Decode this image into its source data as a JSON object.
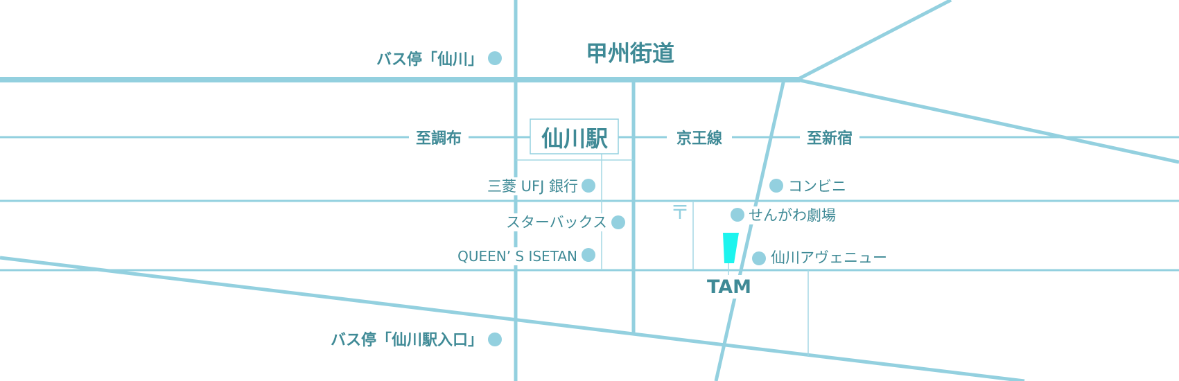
{
  "road_name": "甲州街道",
  "station": {
    "name": "仙川駅"
  },
  "railway": {
    "line_name": "京王線",
    "to_left": "至調布",
    "to_right": "至新宿"
  },
  "destination": {
    "label": "TAM",
    "color": "#1df4ee"
  },
  "colors": {
    "road": "#93d0df",
    "text": "#3f8a96",
    "background": "#ffffff"
  },
  "landmarks": [
    {
      "name": "バス停「仙川」"
    },
    {
      "name": "三菱 UFJ 銀行"
    },
    {
      "name": "スターバックス"
    },
    {
      "name": "QUEEN’ S ISETAN"
    },
    {
      "name": "コンビニ"
    },
    {
      "name": "せんがわ劇場"
    },
    {
      "name": "仙川アヴェニュー"
    },
    {
      "name": "バス停「仙川駅入口」"
    }
  ],
  "icons": {
    "post_office": "〒"
  }
}
